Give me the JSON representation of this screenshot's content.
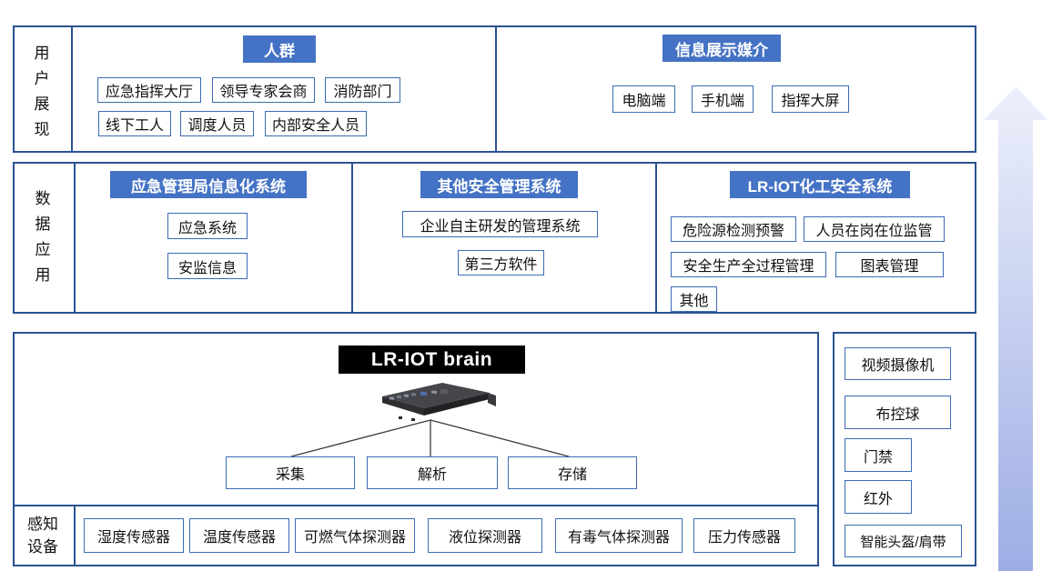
{
  "colors": {
    "outer_border": "#2A5291",
    "box_border": "#3C6BB5",
    "header_bg": "#4472C4",
    "header_text": "#FFFFFF",
    "brain_bg": "#000000",
    "arrow_gradient_top": "#EDF0FB",
    "arrow_gradient_bottom": "#9DADE4"
  },
  "sections": {
    "users": {
      "label": "用户展现",
      "crowd": {
        "title": "人群",
        "row1": [
          "应急指挥大厅",
          "领导专家会商",
          "消防部门"
        ],
        "row2": [
          "线下工人",
          "调度人员",
          "内部安全人员"
        ]
      },
      "media": {
        "title": "信息展示媒介",
        "items": [
          "电脑端",
          "手机端",
          "指挥大屏"
        ]
      }
    },
    "data": {
      "label": "数据应用",
      "columns": [
        {
          "title": "应急管理局信息化系统",
          "items": [
            "应急系统",
            "安监信息"
          ]
        },
        {
          "title": "其他安全管理系统",
          "items": [
            "企业自主研发的管理系统",
            "第三方软件"
          ]
        },
        {
          "title": "LR-IOT化工安全系统",
          "items": [
            "危险源检测预警",
            "人员在岗在位监管",
            "安全生产全过程管理",
            "图表管理",
            "其他"
          ]
        }
      ]
    },
    "platform": {
      "brain_title": "LR-IOT brain",
      "functions": [
        "采集",
        "解析",
        "存储"
      ],
      "sensors_label": "感知设备",
      "sensors": [
        "湿度传感器",
        "温度传感器",
        "可燃气体探测器",
        "液位探测器",
        "有毒气体探测器",
        "压力传感器"
      ]
    },
    "devices": {
      "items": [
        "视频摄像机",
        "布控球",
        "门禁",
        "红外",
        "智能头盔/肩带"
      ]
    }
  },
  "icons": {
    "up_arrow": "upward-flow-arrow",
    "server_device": "rack-server"
  }
}
